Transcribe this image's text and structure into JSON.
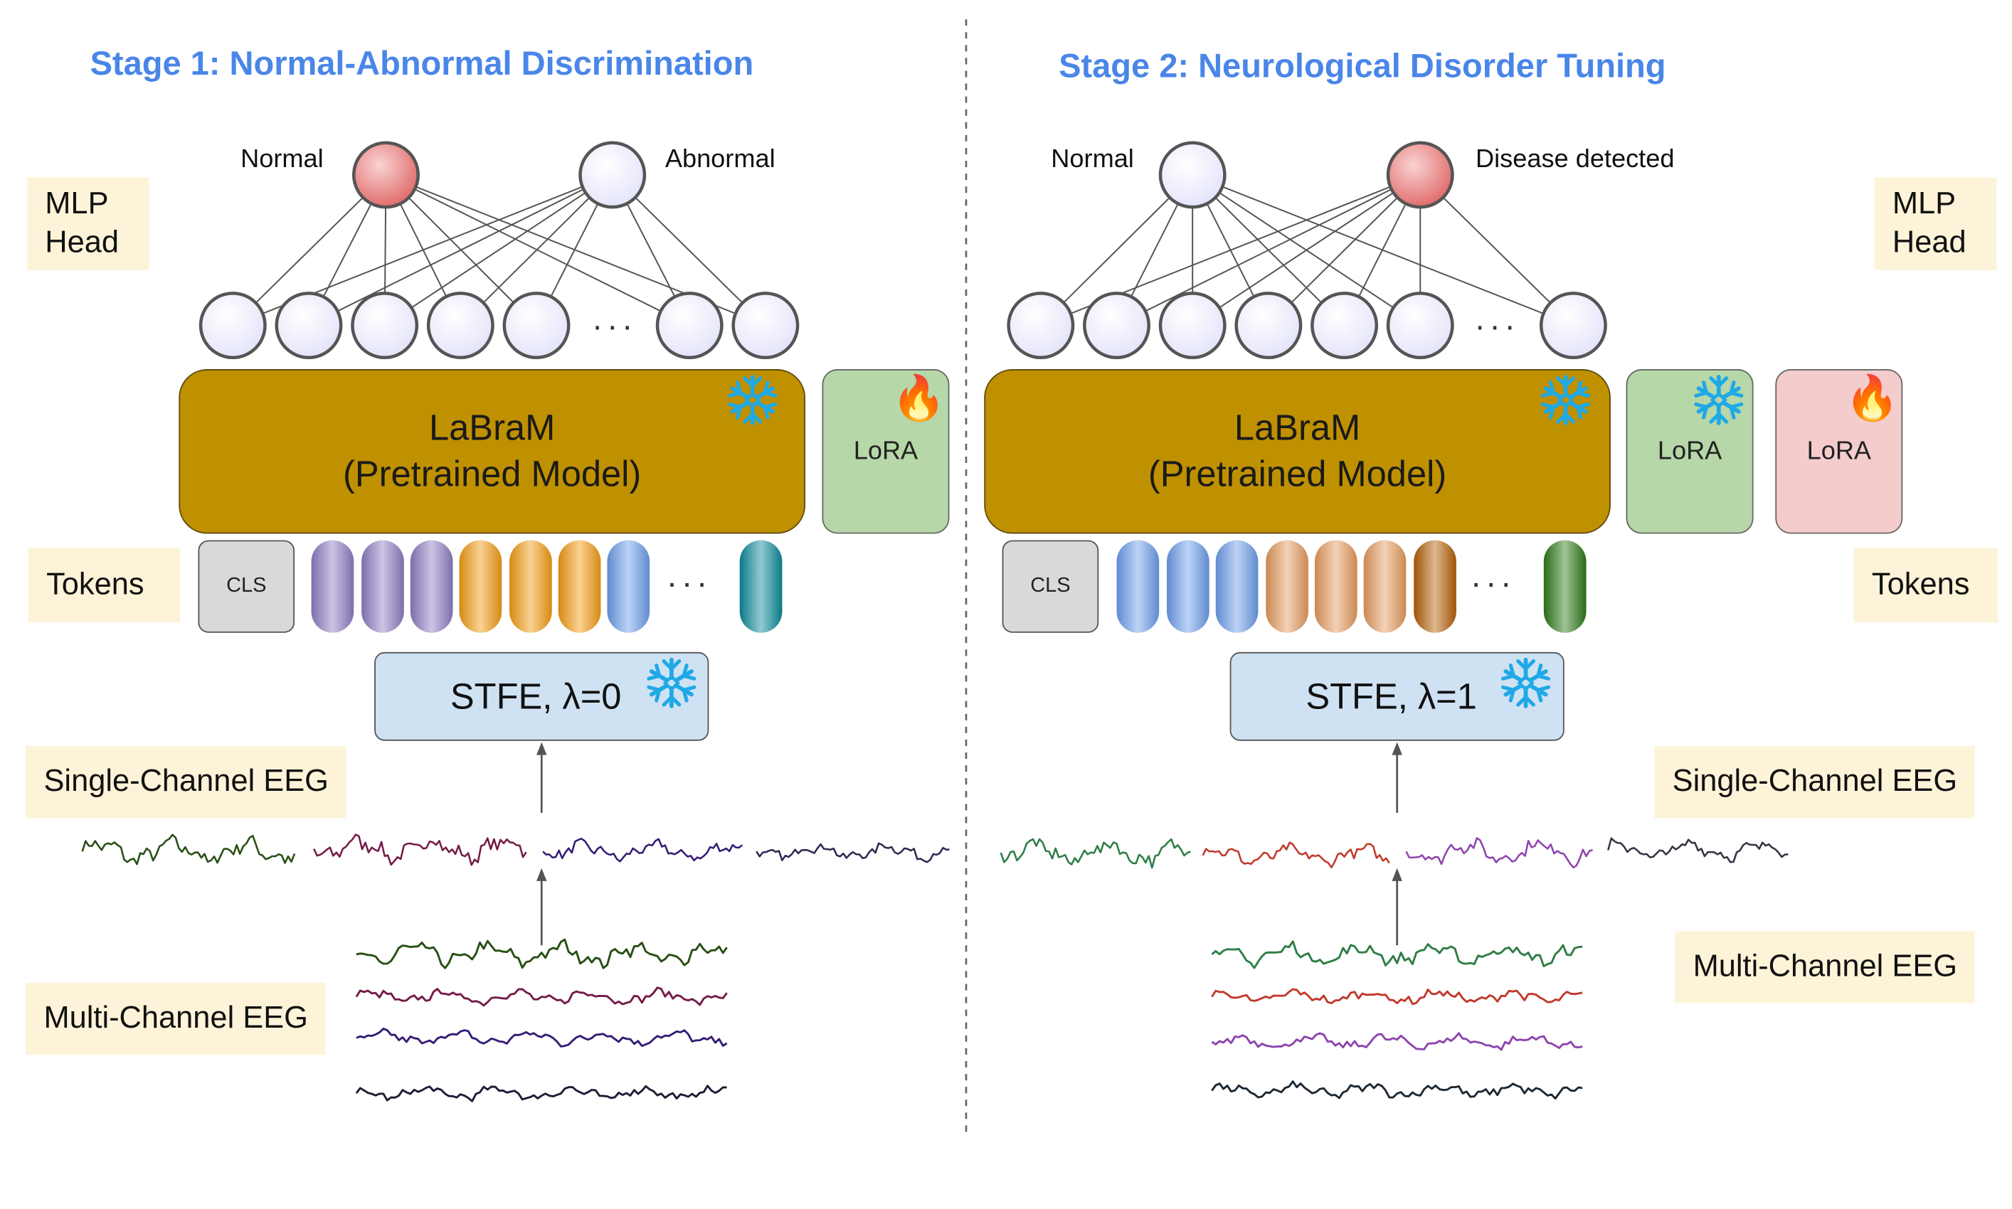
{
  "stage1": {
    "title": "Stage 1: Normal-Abnormal Discrimination",
    "mlp_head": "MLP\nHead",
    "outputs": [
      "Normal",
      "Abnormal"
    ],
    "model_line1": "LaBraM",
    "model_line2": "(Pretrained Model)",
    "lora": "LoRA",
    "tokens": "Tokens",
    "cls": "CLS",
    "ellipsis": "···",
    "stfe": "STFE, λ=0",
    "single_channel": "Single-Channel EEG",
    "multi_channel": "Multi-Channel EEG"
  },
  "stage2": {
    "title": "Stage 2: Neurological Disorder Tuning",
    "mlp_head": "MLP\nHead",
    "outputs": [
      "Normal",
      "Disease detected"
    ],
    "model_line1": "LaBraM",
    "model_line2": "(Pretrained Model)",
    "lora_frozen": "LoRA",
    "lora_trainable": "LoRA",
    "tokens": "Tokens",
    "cls": "CLS",
    "ellipsis": "···",
    "stfe": "STFE, λ=1",
    "single_channel": "Single-Channel EEG",
    "multi_channel": "Multi-Channel EEG"
  },
  "icons": {
    "frozen": "snowflake-icon",
    "trainable": "fire-icon",
    "flame_glyph": "🔥"
  },
  "colors": {
    "title": "#4a86e8",
    "label_bg": "#fdf3d8",
    "model": "#bf9000",
    "stfe": "#cfe2f3",
    "lora_green": "#b6d7a8",
    "lora_red": "#f4cccc",
    "snowflake": "#1fa9e6",
    "node_active": "#e06666",
    "node_idle": "#e3e3fa",
    "stage1_tokens": [
      "#8e7cc3",
      "#8e7cc3",
      "#8e7cc3",
      "#f39c12",
      "#f39c12",
      "#f39c12",
      "#6d9eeb",
      "#0b8a99"
    ],
    "stage2_tokens": [
      "#6d9eeb",
      "#6d9eeb",
      "#6d9eeb",
      "#e69c5e",
      "#e69c5e",
      "#e69c5e",
      "#b45f06",
      "#2d7a18"
    ],
    "stage1_single_waves": [
      "#274e13",
      "#741b47",
      "#351c75",
      "#2b2b50"
    ],
    "stage1_multi_waves": [
      "#274e13",
      "#741b47",
      "#351c75",
      "#1c1c35"
    ],
    "stage2_single_waves": [
      "#2e7d46",
      "#c0392b",
      "#8e44ad",
      "#333344"
    ],
    "stage2_multi_waves": [
      "#2e7d46",
      "#c0392b",
      "#8e44ad",
      "#1c2833"
    ]
  }
}
